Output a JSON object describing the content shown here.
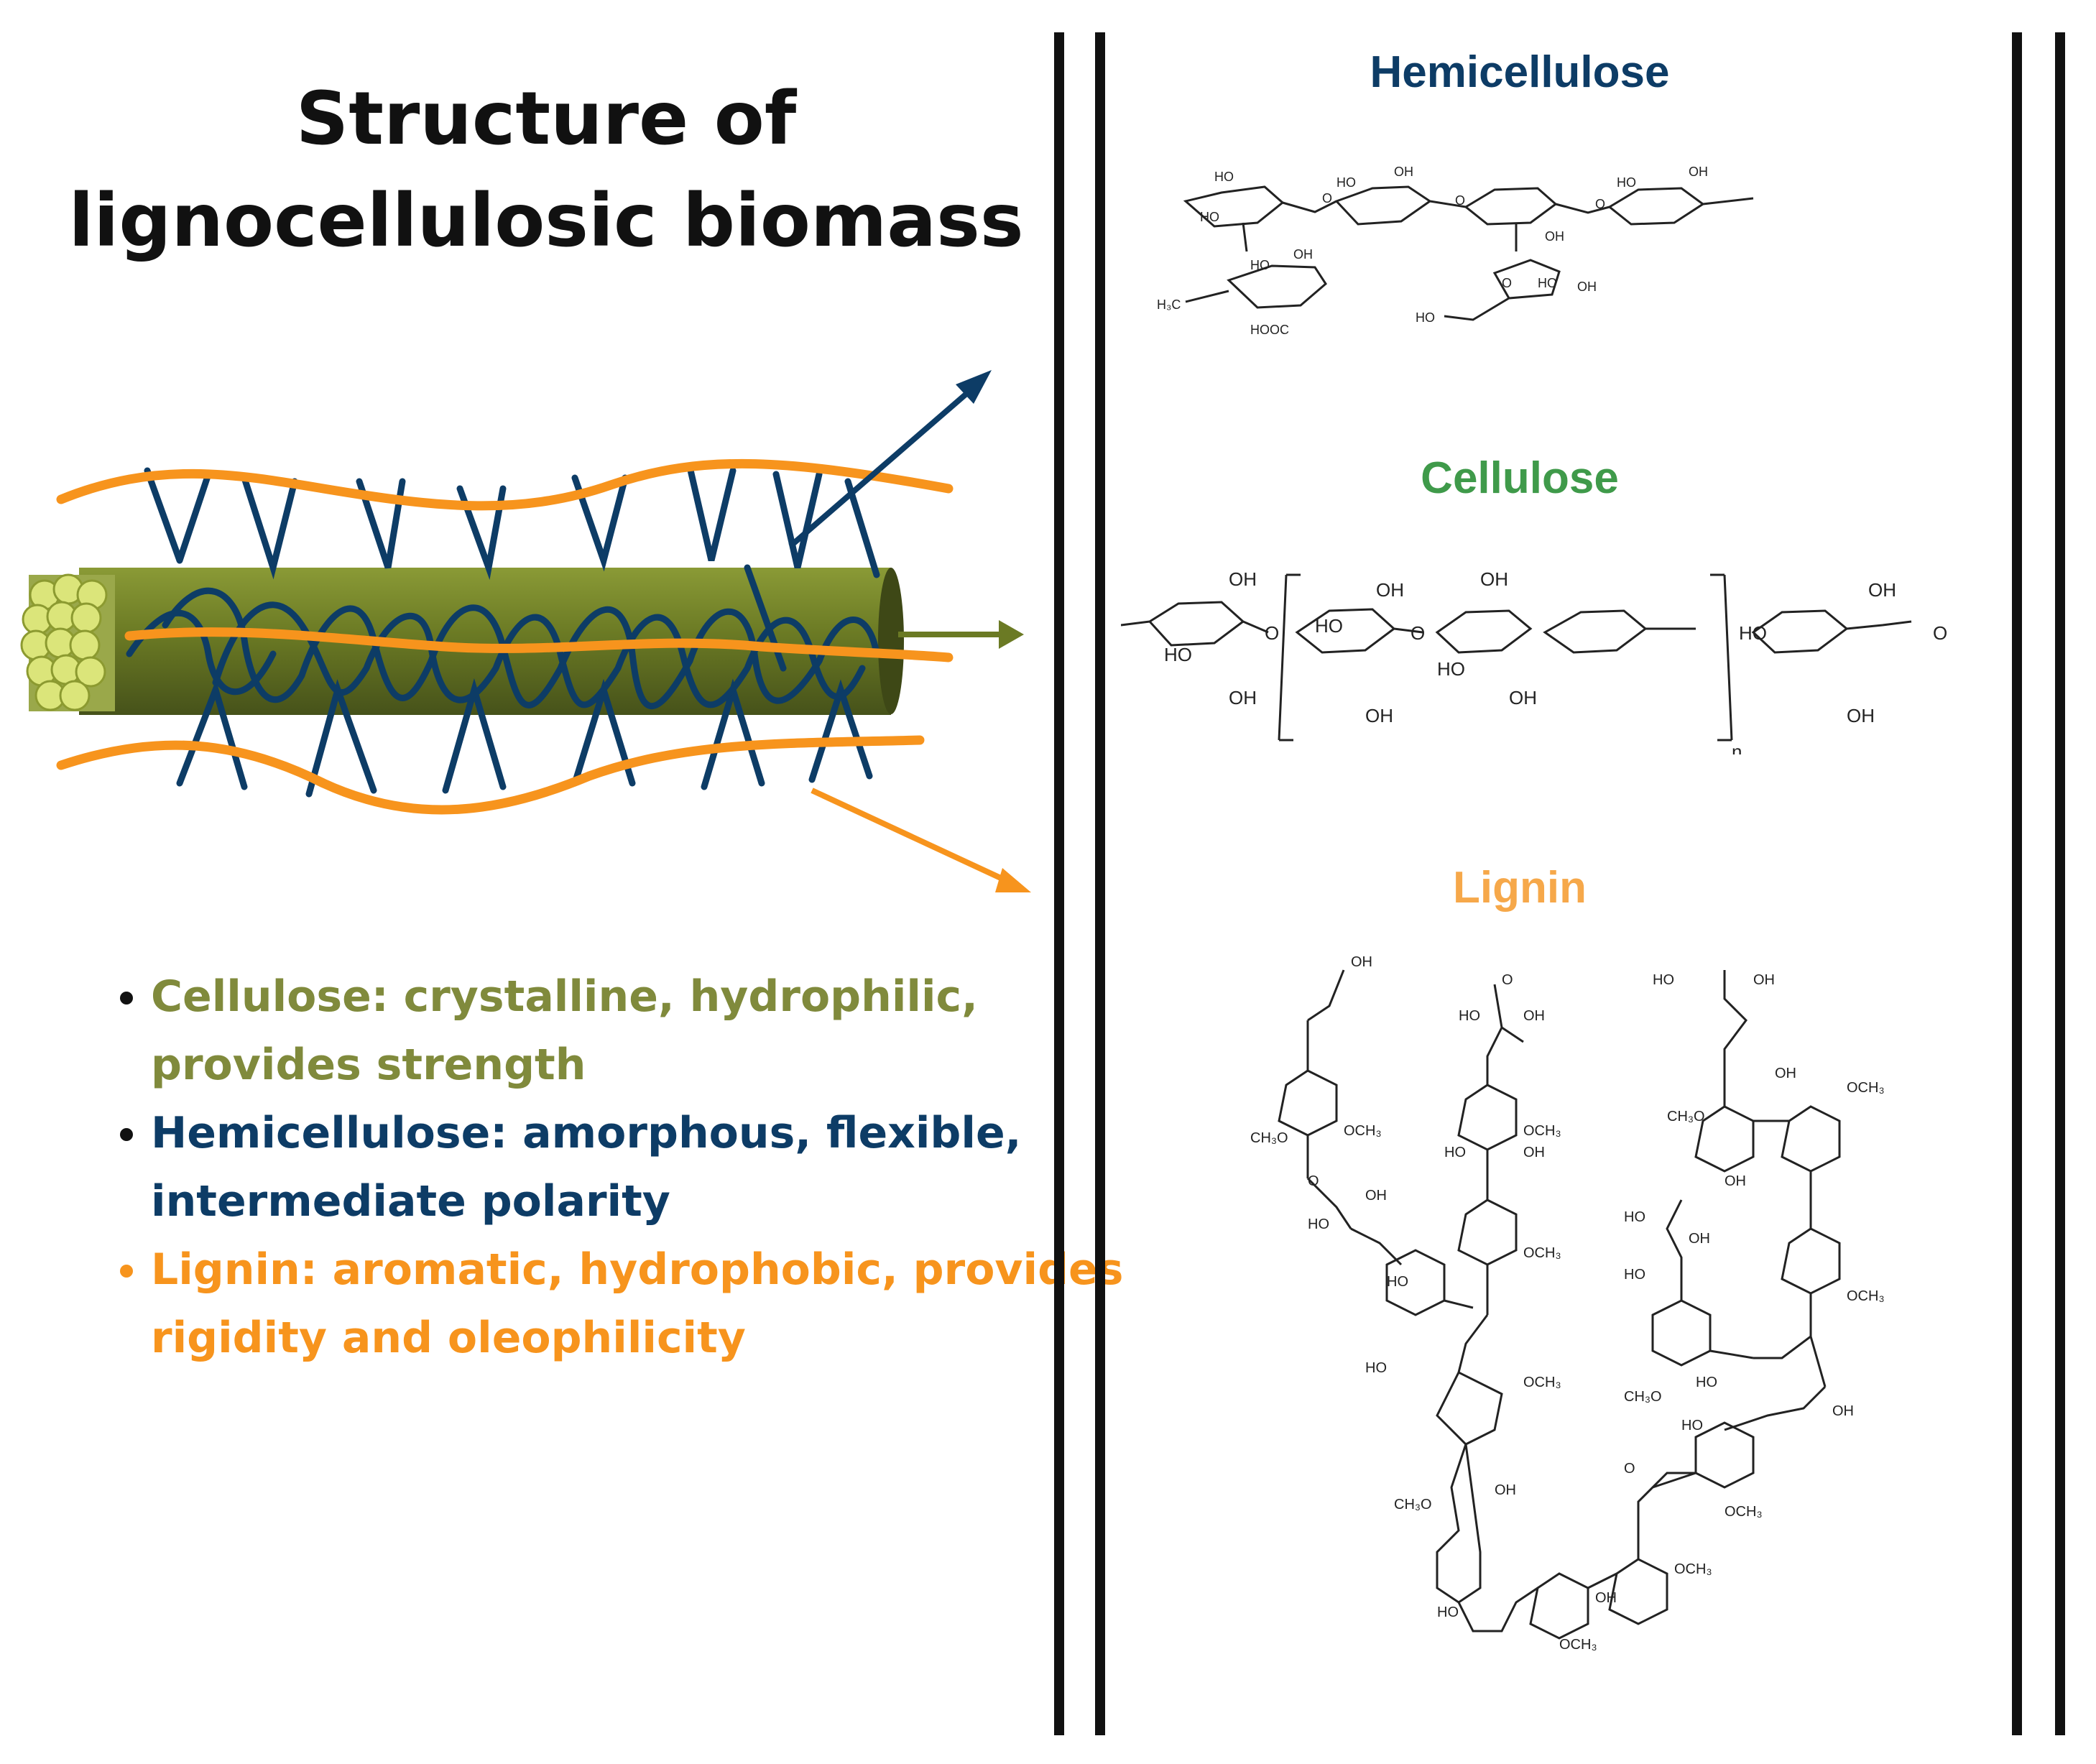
{
  "title": {
    "line1": "Structure of",
    "line2": "lignocellulosic biomass"
  },
  "bullets": [
    {
      "text": "Cellulose: crystalline, hydrophilic, provides strength",
      "color": "#808a3c"
    },
    {
      "text": "Hemicellulose: amorphous, flexible, intermediate polarity",
      "color": "#0d3c66"
    },
    {
      "text": "Lignin: aromatic, hydrophobic, provides rigidity and oleophilicity",
      "color": "#f7941d"
    }
  ],
  "sections": {
    "hemicellulose": {
      "title": "Hemicellulose",
      "color": "#0d3c66"
    },
    "cellulose": {
      "title": "Cellulose",
      "color": "#3f9a4a"
    },
    "lignin": {
      "title": "Lignin",
      "color": "#f6a84a"
    }
  },
  "colors": {
    "fiber": "#6b7a24",
    "fiber_dark": "#4b5716",
    "fiber_end": "#d9e36a",
    "hemi_lines": "#0d3c66",
    "lignin_lines": "#f7941d"
  },
  "labels": {
    "OH": "OH",
    "HO": "HO",
    "O": "O",
    "H3C": "H₃C",
    "HOOC": "HOOC",
    "n": "n",
    "OCH3": "OCH₃",
    "CH3O": "CH₃O"
  }
}
